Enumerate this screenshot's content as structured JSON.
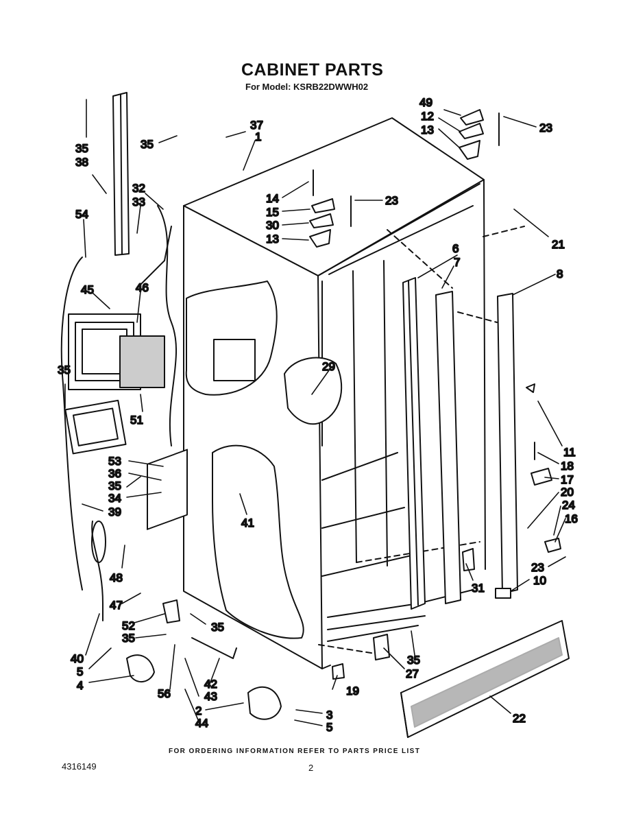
{
  "header": {
    "title": "CABINET PARTS",
    "model": "For Model: KSRB22DWWH02"
  },
  "footer": {
    "note": "FOR ORDERING INFORMATION REFER TO PARTS PRICE LIST",
    "part_number": "4316149",
    "page": "2"
  },
  "callouts": [
    "49",
    "12",
    "13",
    "23",
    "35",
    "37",
    "1",
    "35",
    "38",
    "32",
    "33",
    "14",
    "15",
    "23",
    "30",
    "13",
    "21",
    "54",
    "6",
    "7",
    "8",
    "45",
    "46",
    "35",
    "29",
    "51",
    "11",
    "18",
    "17",
    "20",
    "24",
    "16",
    "53",
    "36",
    "35",
    "34",
    "39",
    "41",
    "23",
    "10",
    "31",
    "48",
    "47",
    "52",
    "35",
    "35",
    "40",
    "5",
    "4",
    "56",
    "42",
    "43",
    "2",
    "44",
    "3",
    "5",
    "19",
    "35",
    "27",
    "22"
  ]
}
